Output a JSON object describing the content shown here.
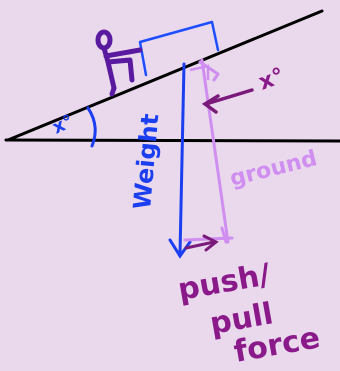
{
  "labels": {
    "angle_left": "x°",
    "angle_right": "x°",
    "weight": "Weight",
    "ground": "ground",
    "push_pull_line1": "push/",
    "push_pull_line2": "pull",
    "push_pull_line3": "force"
  },
  "colors": {
    "background": "#ead9ec",
    "ground_line": "#000000",
    "incline": "#000000",
    "box": "#1e4fff",
    "person": "#5a1aa0",
    "weight_arrow": "#1a3ef0",
    "ground_line_color": "#cf8ef0",
    "force_arrow": "#7a1a7a",
    "angle_arc": "#1a3ef0",
    "label_purple": "#8a1a8a"
  }
}
